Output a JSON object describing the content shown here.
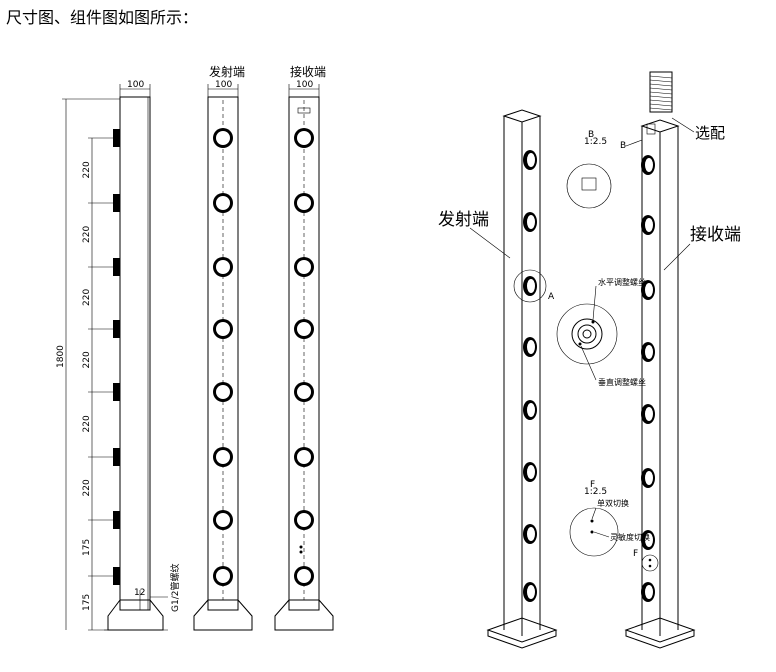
{
  "caption": "尺寸图、组件图如图所示：",
  "dimensions": {
    "width_label": "100",
    "total_height": "1800",
    "spacings": [
      "220",
      "220",
      "220",
      "220",
      "220",
      "220",
      "175",
      "175"
    ],
    "bottom_small": "12",
    "thread_label": "G1/2管螺纹"
  },
  "labels": {
    "emitter": "发射端",
    "receiver": "接收端",
    "optional": "选配",
    "emitter_big": "发射端",
    "receiver_big": "接收端",
    "horizontal_screw": "水平调整螺丝",
    "vertical_screw": "垂直调整螺丝",
    "single_double": "单双切换",
    "sensitivity": "灵敏度切换",
    "detail_b": "B",
    "detail_b_scale": "1:2.5",
    "detail_b_mark": "B",
    "detail_a_mark": "A",
    "detail_f": "F",
    "detail_f_scale": "1:2.5",
    "detail_f_mark": "F"
  }
}
